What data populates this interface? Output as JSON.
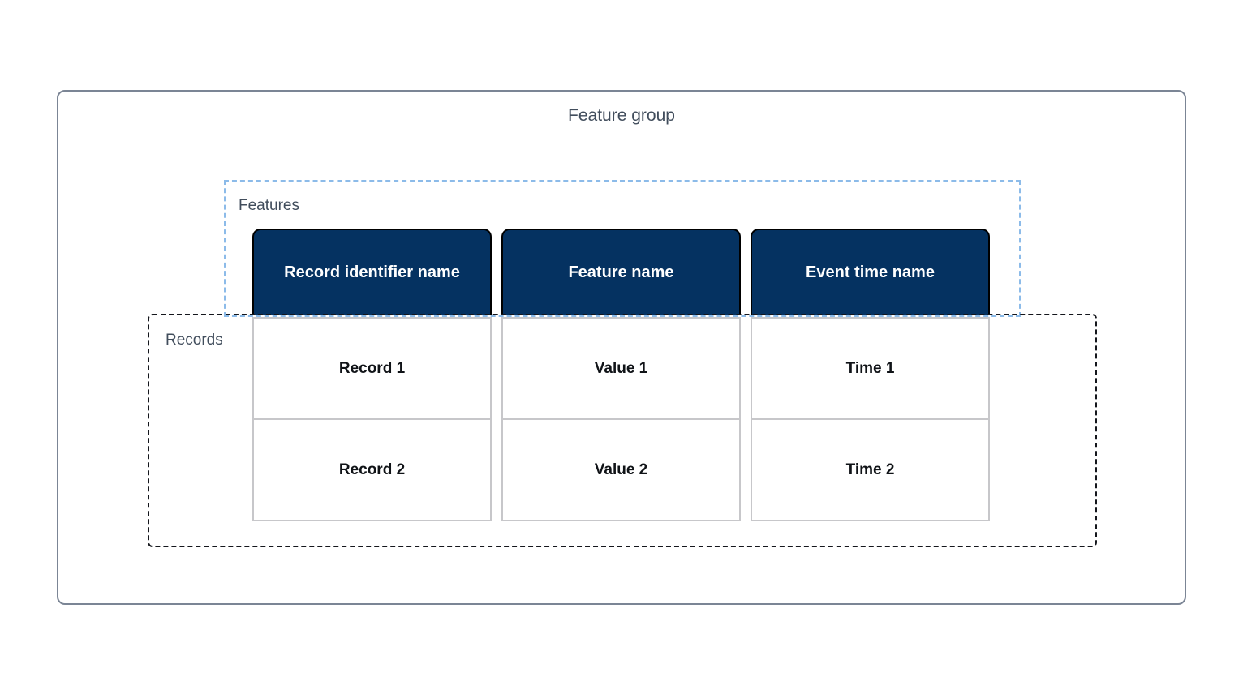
{
  "diagram": {
    "title": "Feature group",
    "features_label": "Features",
    "records_label": "Records",
    "columns": [
      {
        "header": "Record identifier name",
        "rows": [
          "Record 1",
          "Record 2"
        ]
      },
      {
        "header": "Feature name",
        "rows": [
          "Value 1",
          "Value 2"
        ]
      },
      {
        "header": "Event time name",
        "rows": [
          "Time 1",
          "Time 2"
        ]
      }
    ],
    "colors": {
      "header_bg": "#053261",
      "header_text": "#ffffff",
      "header_outline": "#000000",
      "label_text": "#414d5c",
      "features_border": "#8cbbe9",
      "records_border": "#14161c",
      "outer_border": "#7b8595",
      "cell_border": "#c7c7ca",
      "cell_text": "#101317",
      "background": "#ffffff"
    }
  }
}
